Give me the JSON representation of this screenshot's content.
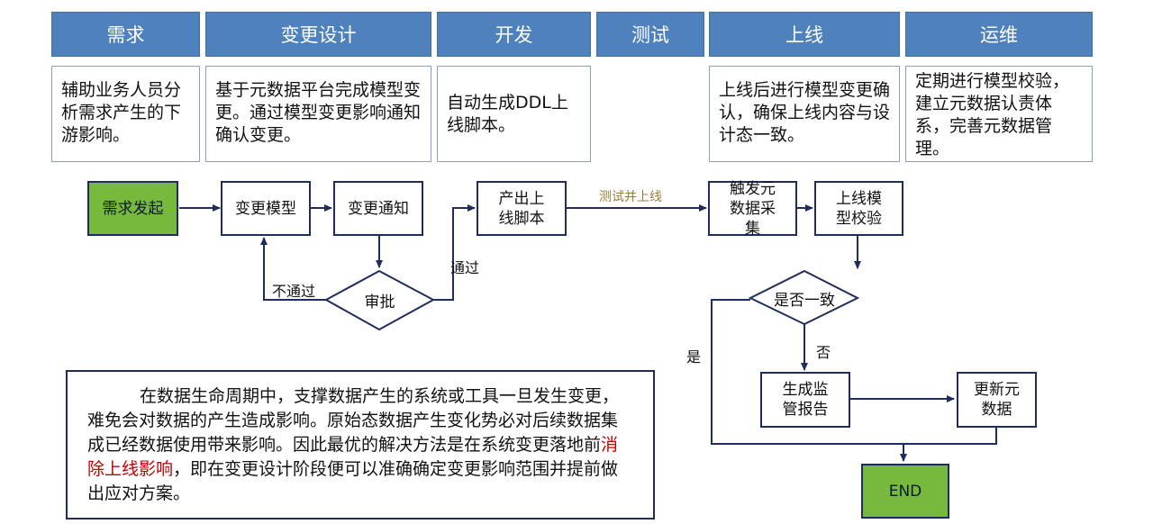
{
  "phases": [
    {
      "id": "req",
      "label": "需求"
    },
    {
      "id": "design",
      "label": "变更设计"
    },
    {
      "id": "dev",
      "label": "开发"
    },
    {
      "id": "test",
      "label": "测试"
    },
    {
      "id": "launch",
      "label": "上线"
    },
    {
      "id": "ops",
      "label": "运维"
    }
  ],
  "descriptions": {
    "req": "辅助业务人员分析需求产生的下游影响。",
    "design": "基于元数据平台完成模型变更。通过模型变更影响通知确认变更。",
    "dev": "自动生成DDL上线脚本。",
    "launch": "上线后进行模型变更确认，确保上线内容与设计态一致。",
    "ops": "定期进行模型校验，建立元数据认责体系，完善元数据管理。"
  },
  "nodes": {
    "start": "需求发起",
    "change_model": "变更模型",
    "change_notice": "变更通知",
    "approve": "审批",
    "script": "产出上线脚本",
    "collect": "触发元数据采集",
    "verify": "上线模型校验",
    "consistent": "是否一致",
    "report": "生成监管报告",
    "update": "更新元数据",
    "end": "END"
  },
  "edge_labels": {
    "fail": "不通过",
    "pass": "通过",
    "test_launch": "测试并上线",
    "yes": "是",
    "no": "否"
  },
  "summary": {
    "part1": "在数据生命周期中，支撑数据产生的系统或工具一旦发生变更，难免会对数据的产生造成影响。原始态数据产生变化势必对后续数据集成已经数据使用带来影响。因此最优的解决方法是在系统变更落地前",
    "highlight": "消除上线影响",
    "part2": "，即在变更设计阶段便可以准确确定变更影响范围并提前做出应对方案。"
  },
  "colors": {
    "phase_header": "#4f81bd",
    "node_border": "#1f2d5c",
    "green_node": "#77b93c",
    "highlight_text": "#c00000",
    "edge_label_test": "#9b7d3a"
  }
}
